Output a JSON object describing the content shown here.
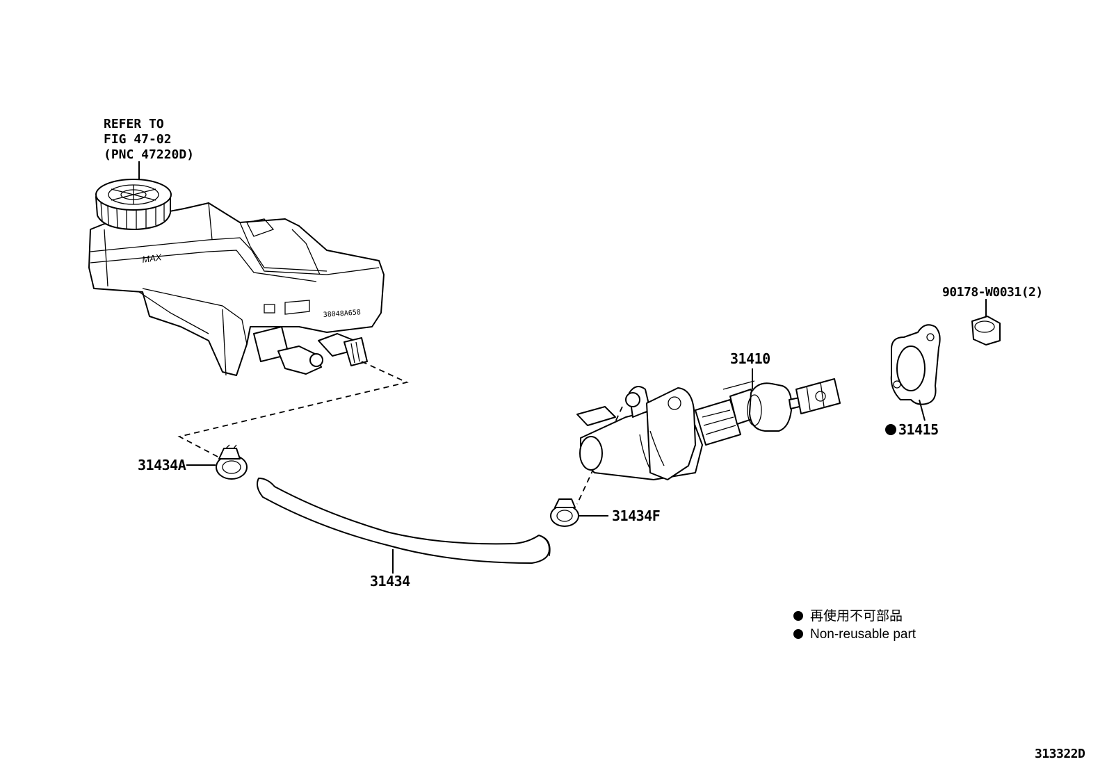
{
  "reference_note": {
    "line1": "REFER TO",
    "line2": "FIG 47-02",
    "line3": "(PNC 47220D)"
  },
  "reservoir_mark": "MAX",
  "parts": [
    {
      "id": "label-31410",
      "label": "31410"
    },
    {
      "id": "label-90178",
      "label": "90178-W0031(2)"
    },
    {
      "id": "label-31415",
      "label": "31415",
      "non_reusable": true
    },
    {
      "id": "label-31434A",
      "label": "31434A"
    },
    {
      "id": "label-31434F",
      "label": "31434F"
    },
    {
      "id": "label-31434",
      "label": "31434"
    }
  ],
  "legend": {
    "line1": "再使用不可部品",
    "line2": "Non-reusable part"
  },
  "figure_code": "313322D"
}
